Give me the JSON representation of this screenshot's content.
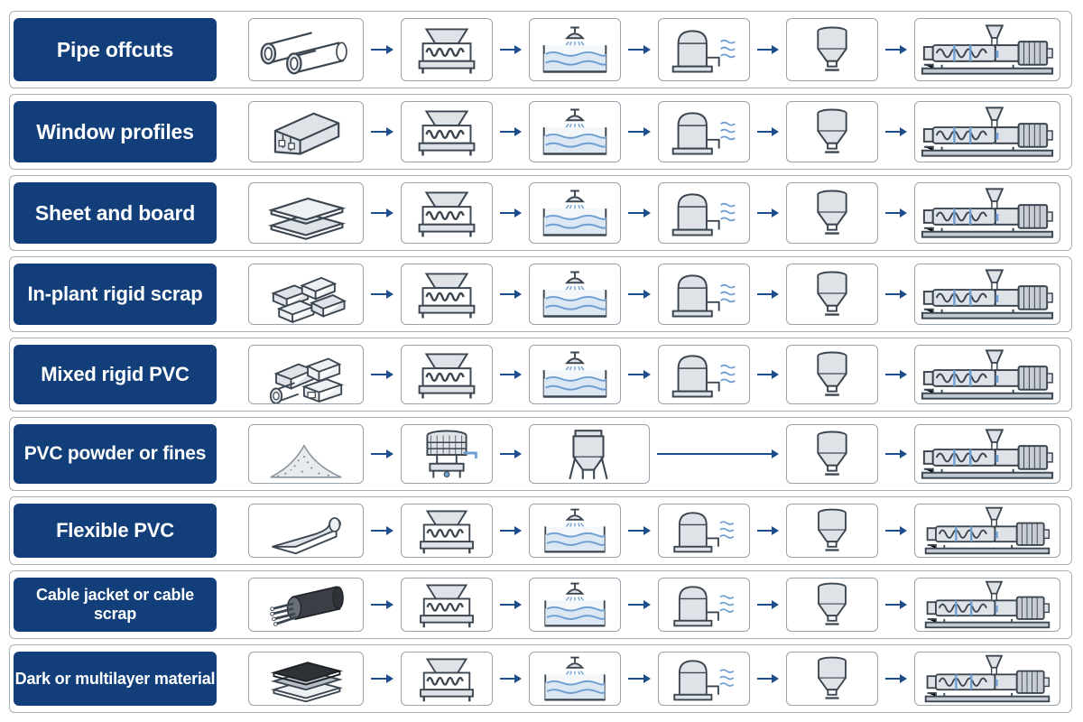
{
  "colors": {
    "label_bg": "#123f7a",
    "label_text": "#ffffff",
    "row_border": "#a9b0b8",
    "box_border": "#9aa2ab",
    "arrow": "#1d4d8c",
    "water": "#6f9fd2",
    "equipment": "#dfe3e8",
    "stroke": "#3c4650"
  },
  "rows": [
    {
      "label": "Pipe offcuts",
      "material_icon": "pipe-icon",
      "steps": [
        "shredder-icon",
        "wash-tank-icon",
        "dryer-icon",
        "hopper-icon",
        "extruder-icon"
      ]
    },
    {
      "label": "Window profiles",
      "material_icon": "window-profile-icon",
      "steps": [
        "shredder-icon",
        "wash-tank-icon",
        "dryer-icon",
        "hopper-icon",
        "extruder-icon"
      ]
    },
    {
      "label": "Sheet and board",
      "material_icon": "sheet-board-icon",
      "steps": [
        "shredder-icon",
        "wash-tank-icon",
        "dryer-icon",
        "hopper-icon",
        "extruder-icon"
      ]
    },
    {
      "label": "In-plant rigid scrap",
      "material_icon": "rigid-scrap-icon",
      "steps": [
        "shredder-icon",
        "wash-tank-icon",
        "dryer-icon",
        "hopper-icon",
        "extruder-icon"
      ]
    },
    {
      "label": "Mixed rigid PVC",
      "material_icon": "mixed-rigid-icon",
      "steps": [
        "shredder-icon",
        "wash-tank-icon",
        "dryer-icon",
        "hopper-icon",
        "extruder-icon"
      ]
    },
    {
      "label": "PVC powder or fines",
      "material_icon": "powder-pile-icon",
      "steps": [
        "sieve-icon",
        "silo-icon",
        "hopper-icon",
        "extruder-icon"
      ]
    },
    {
      "label": "Flexible PVC",
      "material_icon": "flexible-roll-icon",
      "steps": [
        "shredder-icon",
        "wash-tank-icon",
        "dryer-icon",
        "hopper-icon",
        "extruder-icon"
      ]
    },
    {
      "label": "Cable jacket or cable scrap",
      "material_icon": "cable-icon",
      "steps": [
        "shredder-icon",
        "wash-tank-icon",
        "dryer-icon",
        "hopper-icon",
        "extruder-icon"
      ]
    },
    {
      "label": "Dark or multilayer material",
      "material_icon": "multilayer-icon",
      "steps": [
        "shredder-icon",
        "wash-tank-icon",
        "dryer-icon",
        "hopper-icon",
        "extruder-icon"
      ]
    }
  ]
}
